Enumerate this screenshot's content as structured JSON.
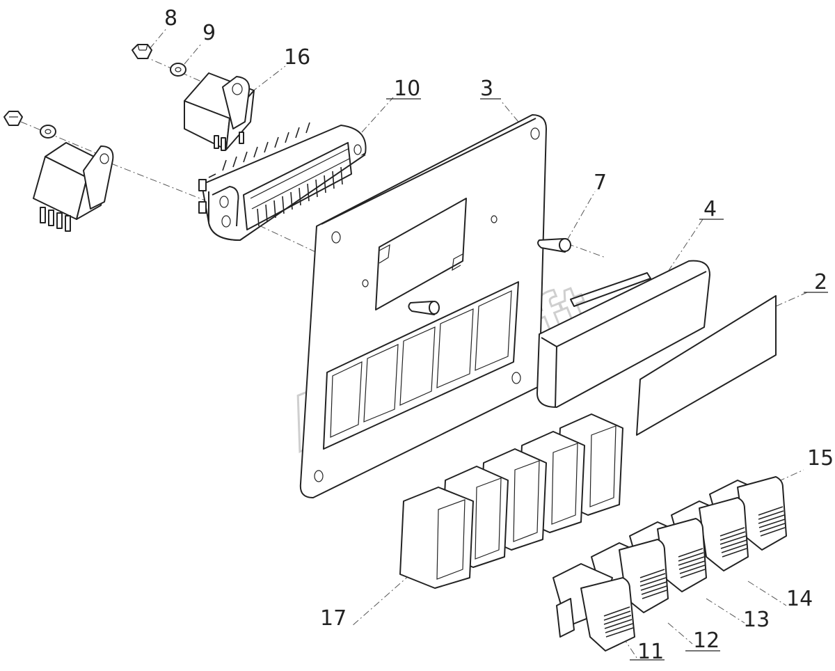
{
  "diagram": {
    "watermark": "AutoSoft",
    "callouts": [
      {
        "id": "8",
        "label": "8"
      },
      {
        "id": "9",
        "label": "9"
      },
      {
        "id": "16",
        "label": "16"
      },
      {
        "id": "10",
        "label": "10"
      },
      {
        "id": "3",
        "label": "3"
      },
      {
        "id": "7",
        "label": "7"
      },
      {
        "id": "4",
        "label": "4"
      },
      {
        "id": "2",
        "label": "2"
      },
      {
        "id": "15",
        "label": "15"
      },
      {
        "id": "14",
        "label": "14"
      },
      {
        "id": "13",
        "label": "13"
      },
      {
        "id": "12",
        "label": "12"
      },
      {
        "id": "11",
        "label": "11"
      },
      {
        "id": "17",
        "label": "17"
      }
    ]
  }
}
